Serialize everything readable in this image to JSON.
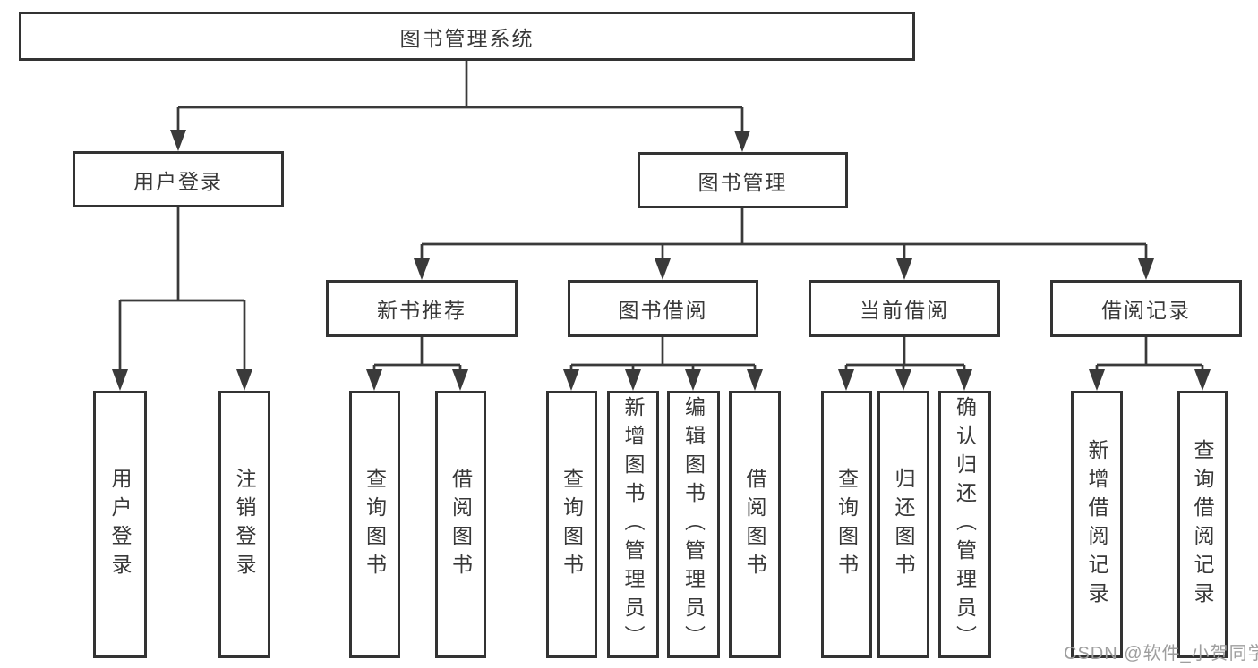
{
  "diagram": {
    "root": {
      "label": "图书管理系统"
    },
    "level2": [
      {
        "label": "用户登录"
      },
      {
        "label": "图书管理"
      }
    ],
    "level3": [
      {
        "label": "新书推荐"
      },
      {
        "label": "图书借阅"
      },
      {
        "label": "当前借阅"
      },
      {
        "label": "借阅记录"
      }
    ],
    "leaves": [
      {
        "label": "用户登录"
      },
      {
        "label": "注销登录"
      },
      {
        "label": "查询图书"
      },
      {
        "label": "借阅图书"
      },
      {
        "label": "查询图书"
      },
      {
        "label": "新增图书（管理员）"
      },
      {
        "label": "编辑图书（管理员）"
      },
      {
        "label": "借阅图书"
      },
      {
        "label": "查询图书"
      },
      {
        "label": "归还图书"
      },
      {
        "label": "确认归还（管理员）"
      },
      {
        "label": "新增借阅记录"
      },
      {
        "label": "查询借阅记录"
      }
    ],
    "watermark": "CSDN @软件_小贺同学",
    "colors": {
      "line": "#3a3a3a",
      "text": "#383838",
      "watermark": "#9e9e9e",
      "background": "#ffffff"
    }
  }
}
